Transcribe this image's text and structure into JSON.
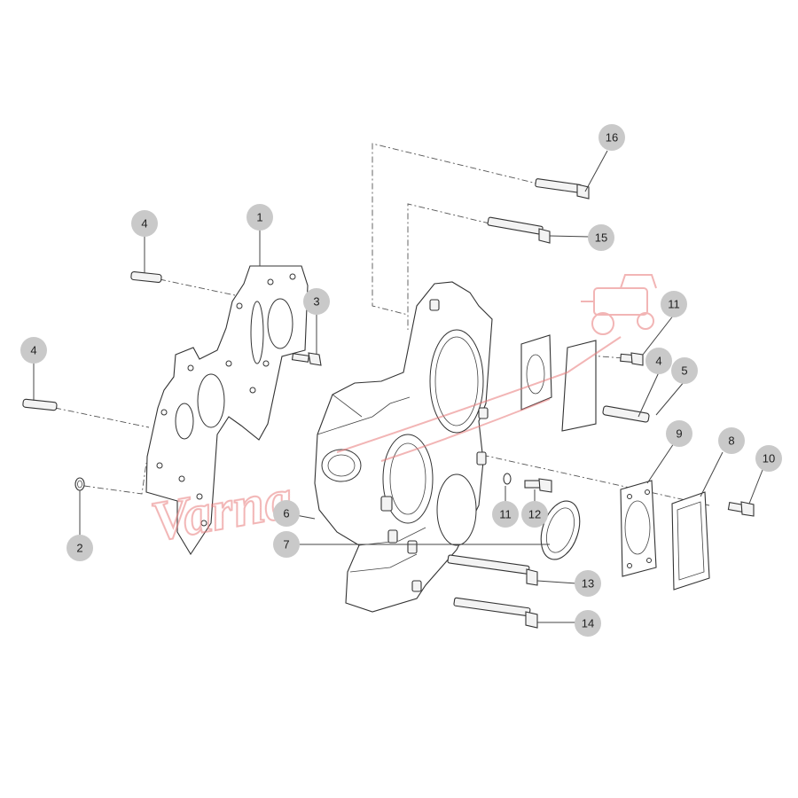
{
  "callouts": [
    {
      "id": "c1",
      "label": "1"
    },
    {
      "id": "c2",
      "label": "2"
    },
    {
      "id": "c3",
      "label": "3"
    },
    {
      "id": "c4a",
      "label": "4"
    },
    {
      "id": "c4b",
      "label": "4"
    },
    {
      "id": "c4c",
      "label": "4"
    },
    {
      "id": "c5",
      "label": "5"
    },
    {
      "id": "c6",
      "label": "6"
    },
    {
      "id": "c7",
      "label": "7"
    },
    {
      "id": "c8",
      "label": "8"
    },
    {
      "id": "c9",
      "label": "9"
    },
    {
      "id": "c10",
      "label": "10"
    },
    {
      "id": "c11a",
      "label": "11"
    },
    {
      "id": "c11b",
      "label": "11"
    },
    {
      "id": "c12",
      "label": "12"
    },
    {
      "id": "c13",
      "label": "13"
    },
    {
      "id": "c14",
      "label": "14"
    },
    {
      "id": "c15",
      "label": "15"
    },
    {
      "id": "c16",
      "label": "16"
    }
  ],
  "watermark": {
    "text": "Varna",
    "color": "#e87c7c"
  }
}
